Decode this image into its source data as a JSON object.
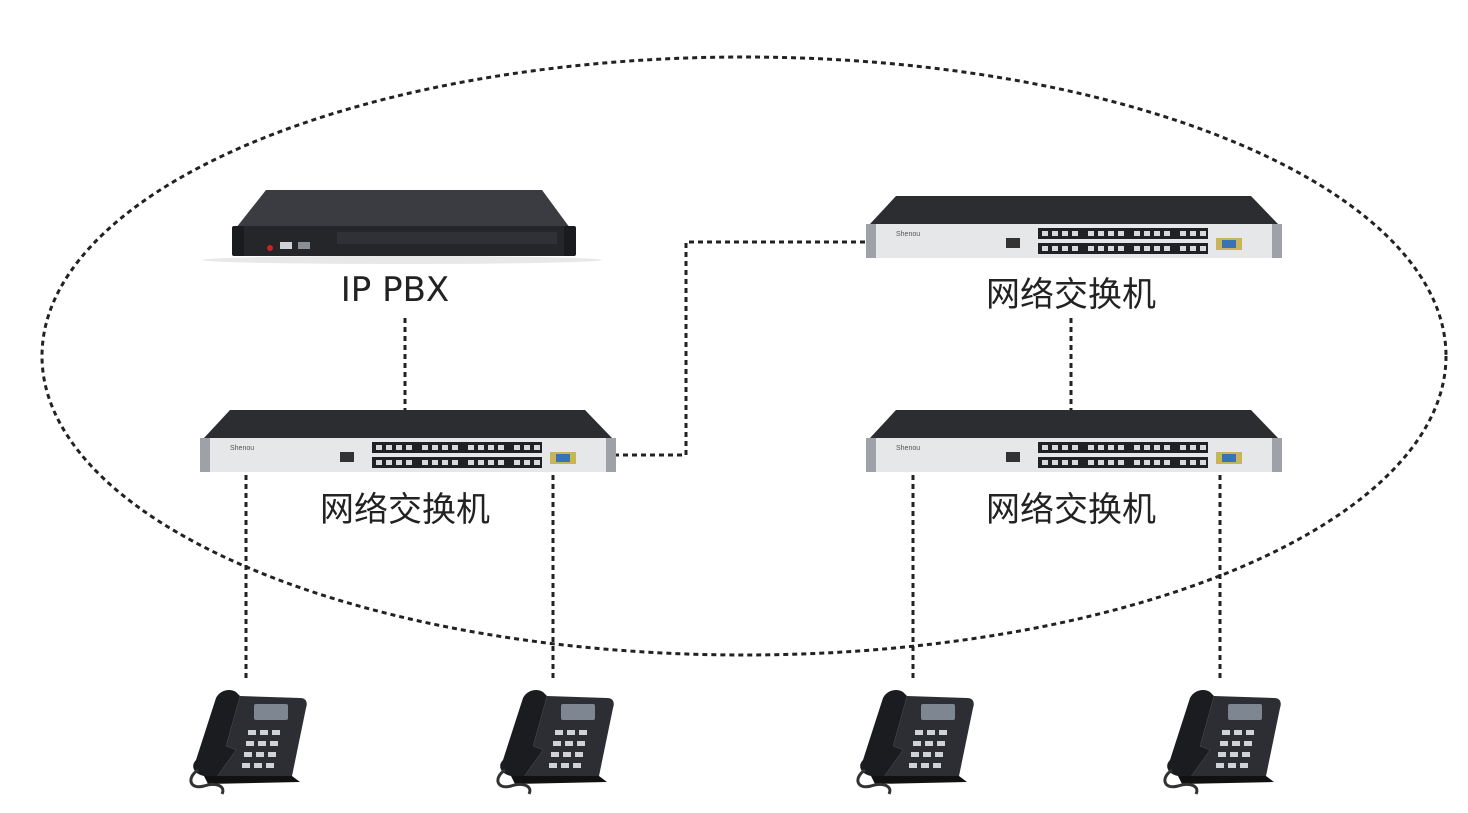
{
  "diagram": {
    "labels": {
      "pbx": "IP PBX",
      "switch_top_right": "网络交换机",
      "switch_left": "网络交换机",
      "switch_bottom_right": "网络交换机"
    },
    "switch_brand": "Shenou",
    "colors": {
      "line": "#222222",
      "device_body": "#2b2d31",
      "device_face": "#e6e7e9",
      "port": "#1f2125",
      "poe_badge": "#f2a51a"
    },
    "icons": {
      "pbx": "rack-server-icon",
      "switch": "network-switch-icon",
      "phone": "ip-phone-icon"
    }
  }
}
